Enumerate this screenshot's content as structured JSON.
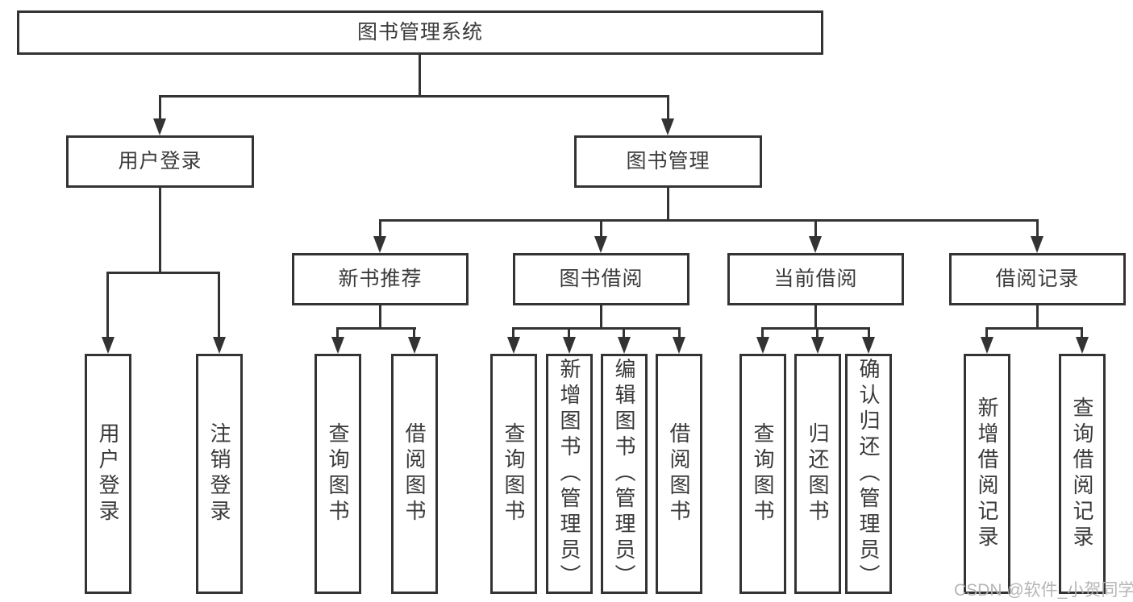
{
  "tree": {
    "root": {
      "label": "图书管理系统"
    },
    "user": {
      "label": "用户登录",
      "children": [
        {
          "label": "用户登录"
        },
        {
          "label": "注销登录"
        }
      ]
    },
    "manage": {
      "label": "图书管理",
      "children": [
        {
          "label": "新书推荐",
          "children": [
            {
              "label": "查询图书"
            },
            {
              "label": "借阅图书"
            }
          ]
        },
        {
          "label": "图书借阅",
          "children": [
            {
              "label": "查询图书"
            },
            {
              "label": "新增图书（管理员）"
            },
            {
              "label": "编辑图书（管理员）"
            },
            {
              "label": "借阅图书"
            }
          ]
        },
        {
          "label": "当前借阅",
          "children": [
            {
              "label": "查询图书"
            },
            {
              "label": "归还图书"
            },
            {
              "label": "确认归还（管理员）"
            }
          ]
        },
        {
          "label": "借阅记录",
          "children": [
            {
              "label": "新增借阅记录"
            },
            {
              "label": "查询借阅记录"
            }
          ]
        }
      ]
    }
  },
  "watermark": {
    "text": "CSDN @软件_小贺同学"
  },
  "colors": {
    "line": "#333333",
    "box_border": "#333333",
    "box_fill": "#ffffff",
    "text": "#3a3a3a",
    "watermark": "#b2b2b2",
    "background": "#ffffff"
  }
}
